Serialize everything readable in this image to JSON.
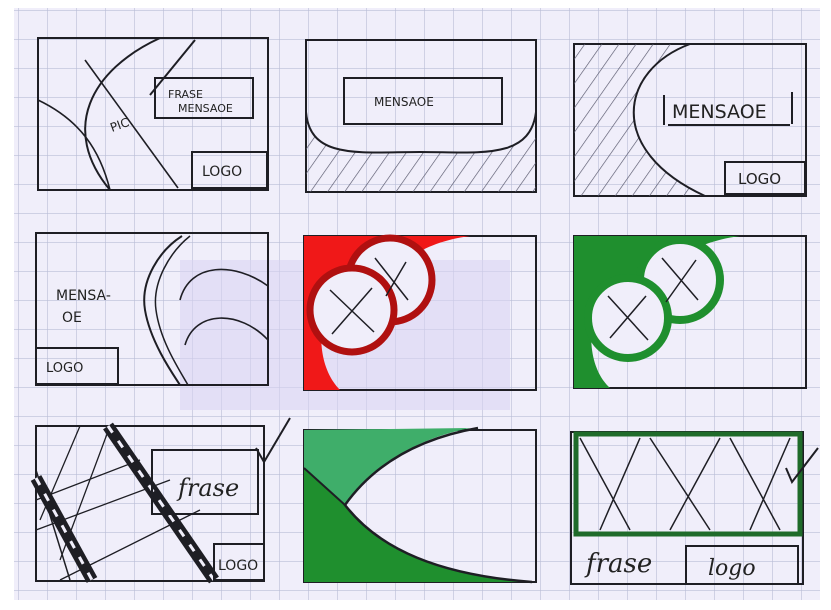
{
  "sketches": {
    "s1": {
      "pic": "PIC.",
      "phrase_line1": "FRASE",
      "phrase_line2": "MENSAOE",
      "logo": "LOGO"
    },
    "s2": {
      "message": "MENSAOE"
    },
    "s3": {
      "message": "MENSAOE",
      "logo": "LOGO"
    },
    "s4": {
      "message_line1": "MENSA-",
      "message_line2": "OE",
      "logo": "LOGO"
    },
    "s7": {
      "phrase": "frase",
      "logo": "LOGO"
    },
    "s9": {
      "phrase": "frase",
      "logo": "logo"
    }
  },
  "colors": {
    "paper": "#f0eefa",
    "grid": "#b9bdd6",
    "ink": "#1e1e24",
    "red": "#f01818",
    "green": "#1f8f2e",
    "light_green": "#3fae6a"
  }
}
